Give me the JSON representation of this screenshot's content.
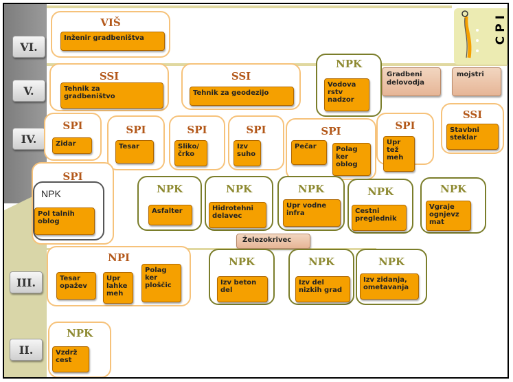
{
  "levels": [
    "VI.",
    "V.",
    "IV.",
    "III.",
    "II."
  ],
  "logo_text": "CPI",
  "vis": {
    "header": "VIŠ",
    "item": "Inženir gradbeništva"
  },
  "ssi1": {
    "header": "SSI",
    "item": "Tehnik za\ngradbeništvo"
  },
  "ssi2": {
    "header": "SSI",
    "item": "Tehnik za geodezijo"
  },
  "npk_top": {
    "header": "NPK",
    "item": "Vodova\nrstv\nnadzor"
  },
  "gradbeni": "Gradbeni\ndelovodja",
  "mojstri": "mojstri",
  "ssi3": {
    "header": "SSI",
    "item": "Stavbni\nsteklar"
  },
  "spi_zidar": {
    "header": "SPI",
    "item": "Zidar"
  },
  "spi_tesar": {
    "header": "SPI",
    "item": "Tesar"
  },
  "spi_sliko": {
    "header": "SPI",
    "item": "Sliko/\nčrko"
  },
  "spi_suho": {
    "header": "SPI",
    "item": "Izv\nsuho"
  },
  "spi_pecar": {
    "header": "SPI",
    "item1": "Pečar",
    "item2": "Polag\nker\noblog"
  },
  "spi_upr": {
    "header": "SPI",
    "item": "Upr\ntež\nmeh"
  },
  "spi_pol": {
    "header": "SPI",
    "inner_header": "NPK",
    "item": "Pol talnih\noblog"
  },
  "npk_row1": [
    {
      "header": "NPK",
      "item": "Asfalter"
    },
    {
      "header": "NPK",
      "item": "Hidrotehni\ndelavec"
    },
    {
      "header": "NPK",
      "item": "Upr vodne\ninfra"
    },
    {
      "header": "NPK",
      "item": "Cestni\npreglednik"
    },
    {
      "header": "NPK",
      "item": "Vgraje\nognjevz\nmat"
    }
  ],
  "zelezo": "Železokrivec",
  "npi": {
    "header": "NPI",
    "items": [
      "Tesar\nopažev",
      "Upr\nlahke\nmeh",
      "Polag\nker\nploščic"
    ]
  },
  "npk_row2": [
    {
      "header": "NPK",
      "item": "Izv beton\ndel"
    },
    {
      "header": "NPK",
      "item": "Izv del\nnizkih grad"
    },
    {
      "header": "NPK",
      "item": "Izv zidanja,\nometavanja"
    }
  ],
  "npk_vzdr": {
    "header": "NPK",
    "item": "Vzdrž\ncest"
  }
}
